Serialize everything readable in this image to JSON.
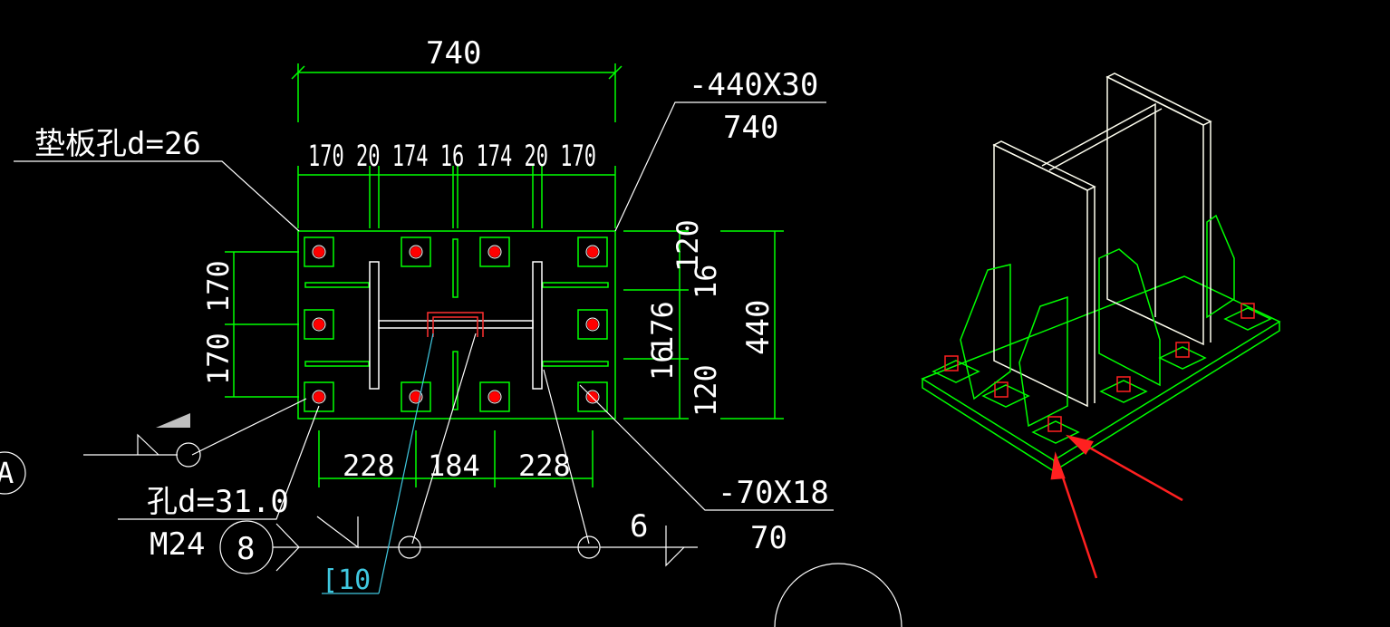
{
  "labels": {
    "overall_width": "740",
    "plate_spec": "-440X30",
    "plate_spec_len": "740",
    "pad_hole": "垫板孔d=26",
    "col_segments": "170 20 174 16 174 20 170",
    "height_total": "440",
    "right_segments": [
      "120",
      "16",
      "176",
      "16",
      "120"
    ],
    "left_segments": [
      "170",
      "170"
    ],
    "bottom_segments": [
      "228",
      "184",
      "228"
    ],
    "hole_dia": "孔d=31.0",
    "bolt": "M24",
    "section_no": "8",
    "channel": "[10",
    "weld_size": "6",
    "stiffener_spec": "-70X18",
    "stiffener_len": "70",
    "axis_label": "A"
  },
  "colors": {
    "background": "#000000",
    "line_green": "#00ff00",
    "line_white": "#ffffff",
    "bolt_red": "#ff0000",
    "channel_cyan": "#40c8e0",
    "arrow_red": "#ff2020",
    "iso_plate": "#fffff0"
  }
}
